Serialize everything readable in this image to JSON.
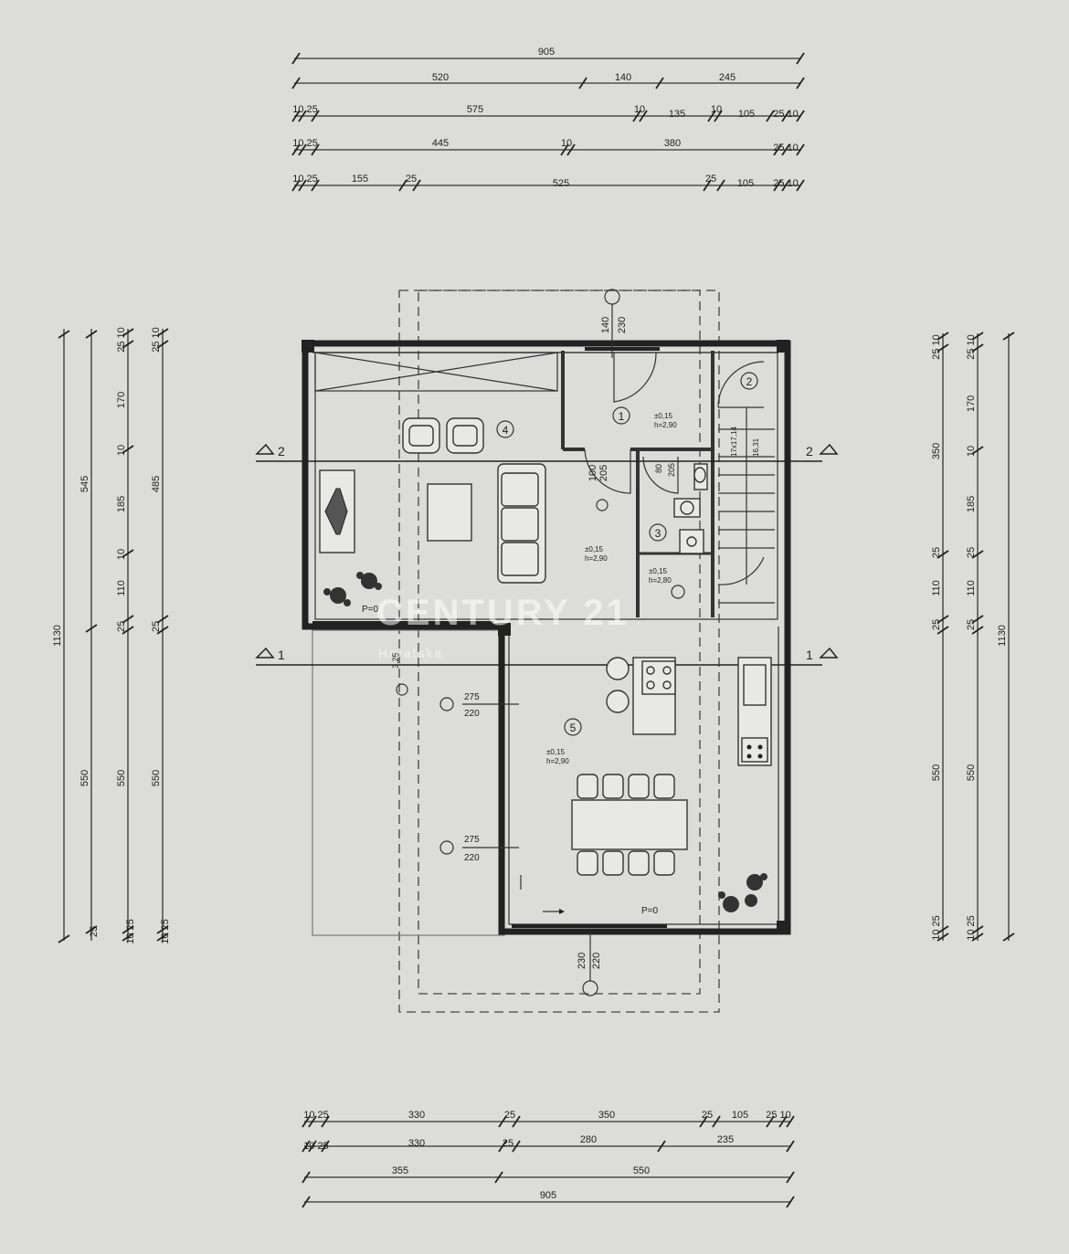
{
  "dimensions": {
    "top": [
      [
        "905"
      ],
      [
        "520",
        "140",
        "245"
      ],
      [
        "10 25",
        "575",
        "10",
        "135",
        "10",
        "105",
        "25 10"
      ],
      [
        "10 25",
        "445",
        "10",
        "380",
        "25 10"
      ],
      [
        "10 25",
        "155",
        "25",
        "525",
        "25",
        "105",
        "25 10"
      ]
    ],
    "bottom": [
      [
        "10 25",
        "330",
        "25",
        "350",
        "25",
        "105",
        "25 10"
      ],
      [
        "10 25",
        "330",
        "25",
        "280",
        "235"
      ],
      [
        "355",
        "550"
      ],
      [
        "905"
      ]
    ],
    "left": [
      [
        "1130"
      ],
      [
        "545",
        "550",
        "25"
      ],
      [
        "25 10",
        "170",
        "10",
        "185",
        "10",
        "110",
        "25",
        "550",
        "10 25"
      ],
      [
        "25 10",
        "485",
        "25",
        "550",
        "10 25"
      ]
    ],
    "right": [
      [
        "25 10",
        "350",
        "25",
        "110",
        "25",
        "550",
        "10 25"
      ],
      [
        "25 10",
        "170",
        "10",
        "185",
        "25",
        "110",
        "25",
        "550",
        "10 25"
      ],
      [
        "1130"
      ]
    ]
  },
  "sections": {
    "a_left": "1",
    "a_right": "1",
    "b_left": "2",
    "b_right": "2"
  },
  "rooms": {
    "r1": "1",
    "r2": "2",
    "r3": "3",
    "r4": "4",
    "r5": "5",
    "lvl_a": "±0,15",
    "h_a": "h=2,90",
    "lvl_b": "±0,15",
    "h_b": "h=2,80",
    "lvl_c": "±0,15",
    "h_c": "h=2,90",
    "lvl_d": "±0,15",
    "h_d": "h=2,90"
  },
  "labels": {
    "p0_left": "P=0",
    "p0_right": "P=0",
    "stairs": "17x17,14",
    "stairs2": "16,31",
    "door1_w": "100",
    "door1_h": "205",
    "door2_w": "80",
    "door2_h": "205",
    "entry_w": "140",
    "entry_h": "230",
    "exit_w": "230",
    "exit_h": "220",
    "col1_a": "275",
    "col1_b": "220",
    "col2_a": "275",
    "col2_b": "220",
    "terr_a": "3,25"
  },
  "watermark": {
    "brand": "CENTURY 21",
    "sub": "Hrvatska"
  }
}
